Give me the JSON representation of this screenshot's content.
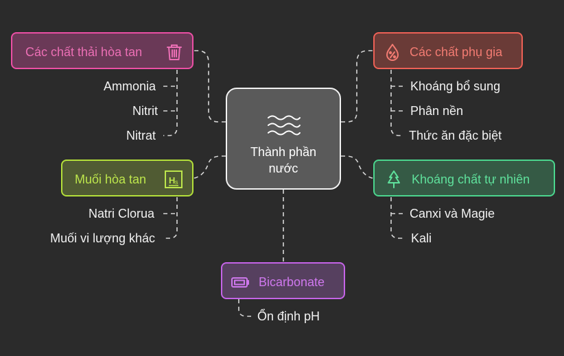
{
  "center": {
    "title": "Thành phần nước",
    "icon": "water-waves-icon"
  },
  "nodes": {
    "waste": {
      "label": "Các chất thải hòa tan",
      "icon": "trash-icon",
      "color": "#ec4fa5",
      "fill": "#6a3957",
      "items": [
        "Ammonia",
        "Nitrit",
        "Nitrat"
      ]
    },
    "salts": {
      "label": "Muối hòa tan",
      "icon": "element-hs-icon",
      "color": "#b4e03a",
      "fill": "#505b33",
      "items": [
        "Natri Clorua",
        "Muối vi lượng khác"
      ]
    },
    "bicarb": {
      "label": "Bicarbonate",
      "icon": "battery-icon",
      "color": "#c564e8",
      "fill": "#56405f",
      "items": [
        "Ổn định pH"
      ]
    },
    "additives": {
      "label": "Các chất phụ gia",
      "icon": "water-drop-percent-icon",
      "color": "#ee6156",
      "fill": "#6a3b37",
      "items": [
        "Khoáng bổ sung",
        "Phân nền",
        "Thức ăn đặc biệt"
      ]
    },
    "minerals": {
      "label": "Khoáng chất tự nhiên",
      "icon": "tree-icon",
      "color": "#4bd68e",
      "fill": "#355a45",
      "items": [
        "Canxi và Magie",
        "Kali"
      ]
    }
  }
}
